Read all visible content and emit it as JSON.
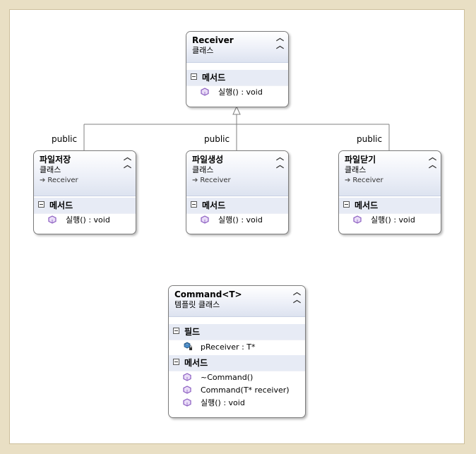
{
  "receiver": {
    "title": "Receiver",
    "kind": "클래스",
    "sections": [
      {
        "label": "메서드",
        "members": [
          {
            "text": "실행() : void",
            "icon": "method-icon"
          }
        ]
      }
    ]
  },
  "children": [
    {
      "title": "파일저장",
      "kind": "클래스",
      "base": "Receiver",
      "inheritance": "public",
      "sections": [
        {
          "label": "메서드",
          "members": [
            {
              "text": "실행() : void",
              "icon": "method-icon"
            }
          ]
        }
      ]
    },
    {
      "title": "파일생성",
      "kind": "클래스",
      "base": "Receiver",
      "inheritance": "public",
      "sections": [
        {
          "label": "메서드",
          "members": [
            {
              "text": "실행() : void",
              "icon": "method-icon"
            }
          ]
        }
      ]
    },
    {
      "title": "파일닫기",
      "kind": "클래스",
      "base": "Receiver",
      "inheritance": "public",
      "sections": [
        {
          "label": "메서드",
          "members": [
            {
              "text": "실행() : void",
              "icon": "method-icon"
            }
          ]
        }
      ]
    }
  ],
  "command": {
    "title": "Command<T>",
    "kind": "템플릿 클래스",
    "sections": [
      {
        "label": "필드",
        "members": [
          {
            "text": "pReceiver : T*",
            "icon": "private-field-icon"
          }
        ]
      },
      {
        "label": "메서드",
        "members": [
          {
            "text": "~Command()",
            "icon": "method-icon"
          },
          {
            "text": "Command(T* receiver)",
            "icon": "method-icon"
          },
          {
            "text": "실행() : void",
            "icon": "method-icon"
          }
        ]
      }
    ]
  },
  "colors": {
    "method_icon": "#8a5cc0",
    "field_icon": "#2b6ea8",
    "header_gradient_end": "#dde3f0",
    "section_bg": "#e7ebf5"
  }
}
